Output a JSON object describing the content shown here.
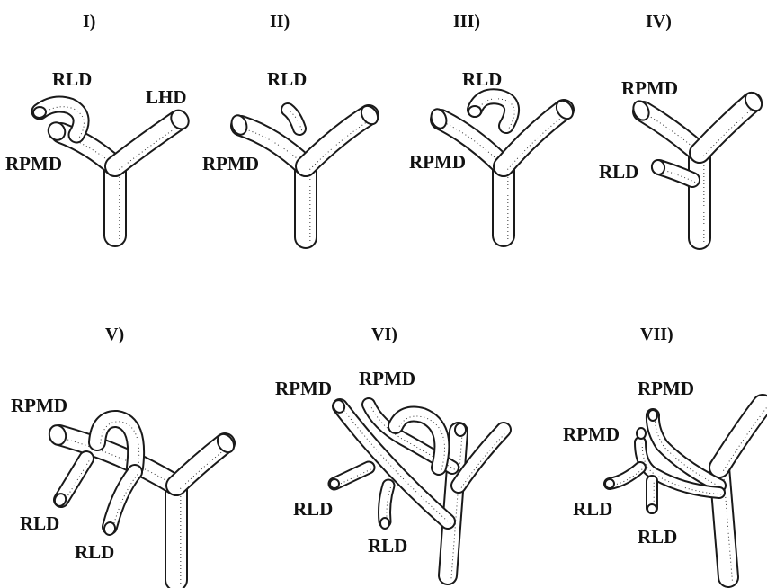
{
  "panels": [
    {
      "numeral": "I)",
      "labels": [
        "RLD",
        "LHD",
        "RPMD"
      ]
    },
    {
      "numeral": "II)",
      "labels": [
        "RLD",
        "RPMD"
      ]
    },
    {
      "numeral": "III)",
      "labels": [
        "RLD",
        "RPMD"
      ]
    },
    {
      "numeral": "IV)",
      "labels": [
        "RPMD",
        "RLD"
      ]
    },
    {
      "numeral": "V)",
      "labels": [
        "RPMD",
        "RLD",
        "RLD"
      ]
    },
    {
      "numeral": "VI)",
      "labels": [
        "RPMD",
        "RPMD",
        "RLD",
        "RLD"
      ]
    },
    {
      "numeral": "VII)",
      "labels": [
        "RPMD",
        "RPMD",
        "RLD",
        "RLD"
      ]
    }
  ]
}
